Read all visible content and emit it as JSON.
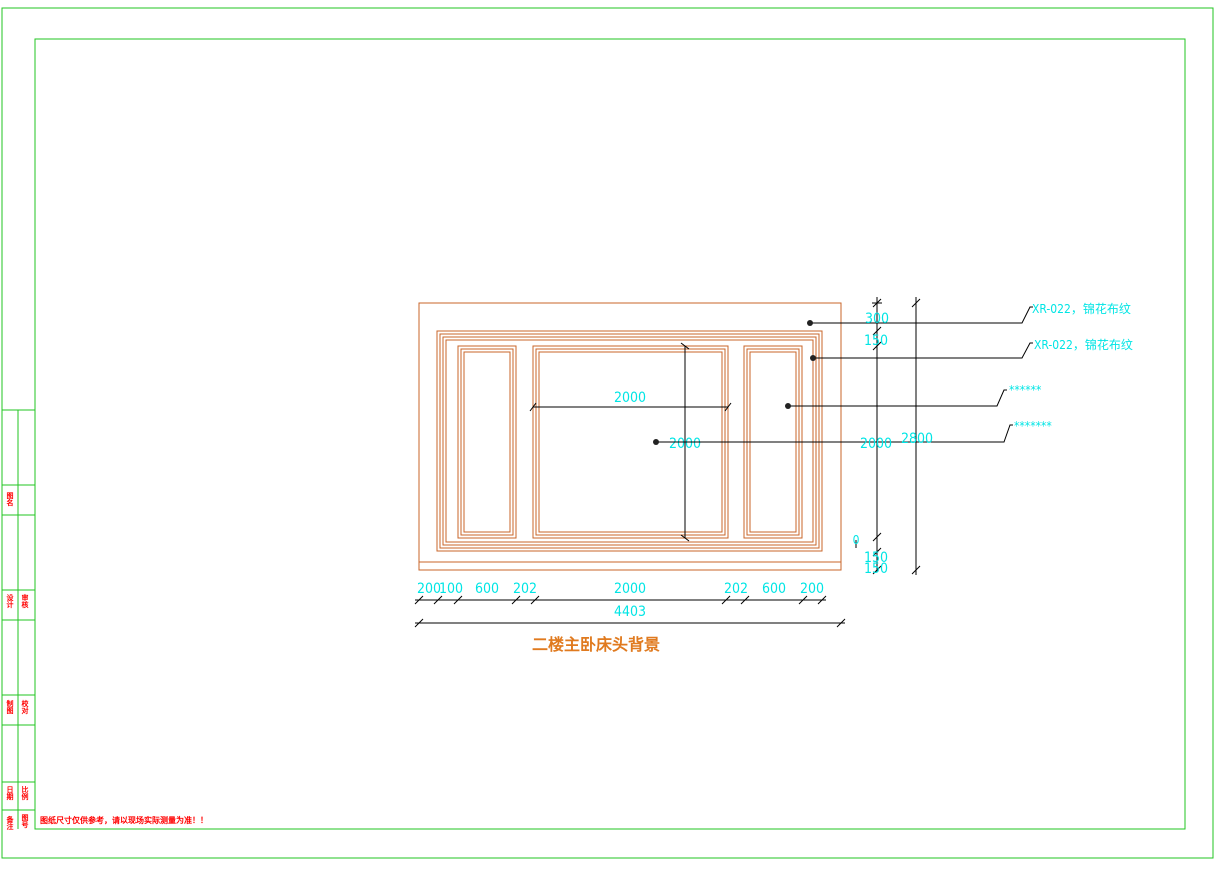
{
  "colors": {
    "frame": "#22c522",
    "wall": "#c8652a",
    "dimension": "#00e5e5",
    "leader": "#000000",
    "note_red": "#ff0000",
    "title": "#e07a1f"
  },
  "drawing": {
    "title": "二楼主卧床头背景",
    "note": "图纸尺寸仅供参考，请以现场实际测量为准！！",
    "horizontal_dimensions": {
      "segments": [
        "200",
        "100",
        "600",
        "202",
        "2000",
        "202",
        "600",
        "200"
      ],
      "total": "4403",
      "center_panel_width": "2000"
    },
    "vertical_dimensions": {
      "top": "300",
      "trim_top": "150",
      "main": "2000",
      "trim_bottom": "150",
      "base": "150",
      "small_mark": "0",
      "total": "2800",
      "center_panel_height": "2000"
    },
    "callouts": [
      "XR-022，锦花布纹",
      "XR-022，锦花布纹",
      "******",
      "*******"
    ]
  },
  "title_block": {
    "cells": [
      "备注",
      "图名",
      "设计",
      "审核",
      "制图",
      "校对",
      "日期",
      "比例",
      "图号"
    ]
  }
}
